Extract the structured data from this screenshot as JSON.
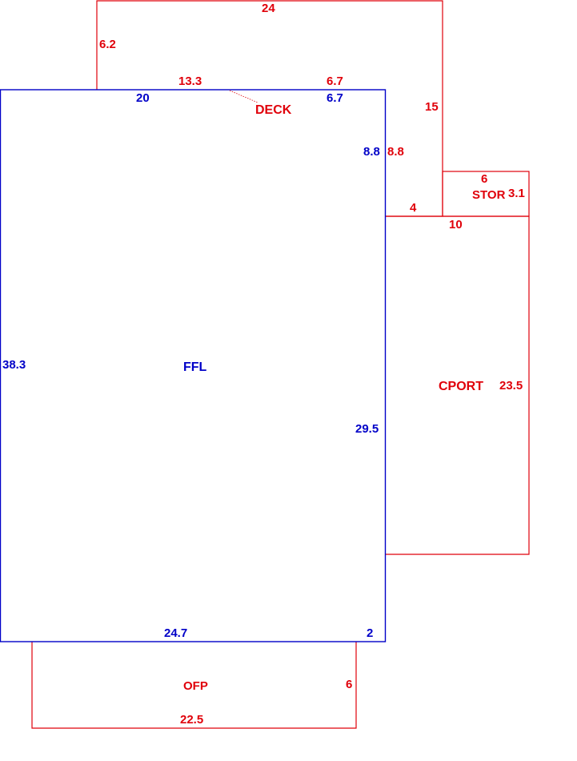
{
  "colors": {
    "primary": "#0000c8",
    "secondary": "#e0000a"
  },
  "areas": {
    "ffl": "FFL",
    "deck": "DECK",
    "stor": "STOR",
    "cport": "CPORT",
    "ofp": "OFP"
  },
  "dimensions": {
    "deck_top": "24",
    "deck_left": "6.2",
    "deck_bottom_left": "13.3",
    "deck_bottom_right": "6.7",
    "deck_right": "15",
    "deck_lower_right": "8.8",
    "deck_step": "4",
    "ffl_top_left": "20",
    "ffl_top_right": "6.7",
    "ffl_right_upper": "8.8",
    "ffl_left": "38.3",
    "ffl_right_lower": "29.5",
    "ffl_bottom": "24.7",
    "ffl_bottom_right": "2",
    "stor_top": "6",
    "stor_right": "3.1",
    "cport_top": "10",
    "cport_right": "23.5",
    "ofp_right": "6",
    "ofp_bottom": "22.5"
  }
}
